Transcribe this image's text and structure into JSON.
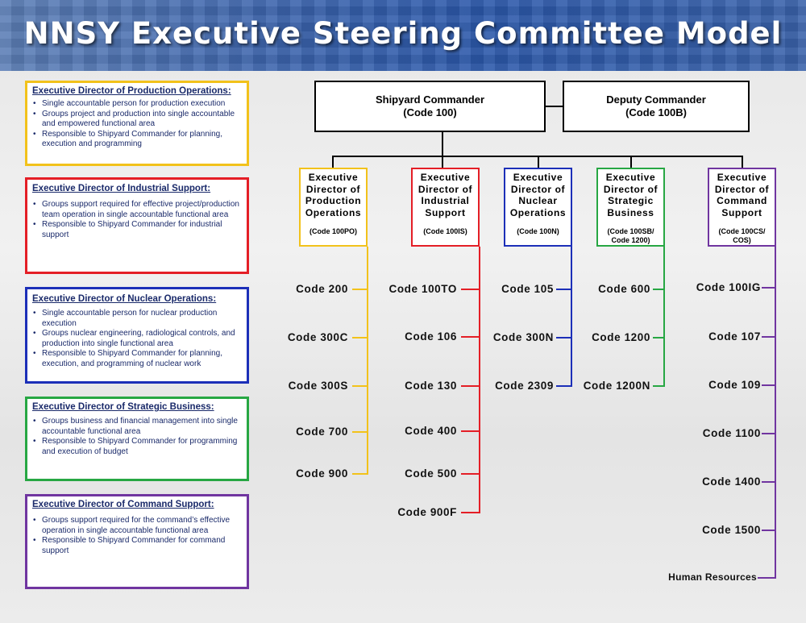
{
  "title": "NNSY Executive Steering Committee Model",
  "colors": {
    "production": "#f2c21b",
    "industrial": "#e41e26",
    "nuclear": "#1c2fb8",
    "strategic": "#27a743",
    "command": "#7035a0"
  },
  "descriptions": {
    "production": {
      "title": "Executive Director of Production Operations:",
      "bullets": [
        "Single accountable person for production execution",
        "Groups project and production into single accountable and empowered functional area",
        "Responsible to Shipyard Commander for planning, execution and programming"
      ]
    },
    "industrial": {
      "title": "Executive Director of Industrial Support:",
      "bullets": [
        "Groups support required for effective project/production team operation in single accountable functional area",
        "Responsible to Shipyard Commander for industrial support"
      ]
    },
    "nuclear": {
      "title": "Executive Director of Nuclear Operations:",
      "bullets": [
        "Single accountable person for nuclear production execution",
        "Groups nuclear engineering, radiological controls, and production into single functional area",
        "Responsible to Shipyard Commander for planning, execution, and programming of nuclear work"
      ]
    },
    "strategic": {
      "title": "Executive Director of Strategic Business:",
      "bullets": [
        "Groups business and financial management into single accountable functional area",
        "Responsible to Shipyard Commander for programming and execution of budget"
      ]
    },
    "command": {
      "title": "Executive Director of Command Support:",
      "bullets": [
        "Groups support required for the command’s effective operation in single accountable functional area",
        "Responsible to Shipyard Commander for command support"
      ]
    }
  },
  "commander": {
    "name": "Shipyard Commander",
    "code": "(Code 100)"
  },
  "deputy": {
    "name": "Deputy Commander",
    "code": "(Code 100B)"
  },
  "directors": {
    "production": {
      "lines": [
        "Executive",
        "Director of",
        "Production",
        "Operations"
      ],
      "code": "(Code 100PO)"
    },
    "industrial": {
      "lines": [
        "Executive",
        "Director of",
        "Industrial",
        "Support"
      ],
      "code": "(Code 100IS)"
    },
    "nuclear": {
      "lines": [
        "Executive",
        "Director of",
        "Nuclear",
        "Operations"
      ],
      "code": "(Code 100N)"
    },
    "strategic": {
      "lines": [
        "Executive",
        "Director of",
        "Strategic",
        "Business"
      ],
      "code": "(Code 100SB/ Code 1200)"
    },
    "command": {
      "lines": [
        "Executive",
        "Director of",
        "Command",
        "Support"
      ],
      "code": "(Code 100CS/ COS)"
    }
  },
  "codes": {
    "production": [
      "Code 200",
      "Code 300C",
      "Code 300S",
      "Code 700",
      "Code 900"
    ],
    "industrial": [
      "Code 100TO",
      "Code 106",
      "Code 130",
      "Code 400",
      "Code 500",
      "Code 900F"
    ],
    "nuclear": [
      "Code 105",
      "Code 300N",
      "Code 2309"
    ],
    "strategic": [
      "Code 600",
      "Code 1200",
      "Code 1200N"
    ],
    "command": [
      "Code 100IG",
      "Code 107",
      "Code 109",
      "Code 1100",
      "Code 1400",
      "Code 1500",
      "Human Resources"
    ]
  }
}
